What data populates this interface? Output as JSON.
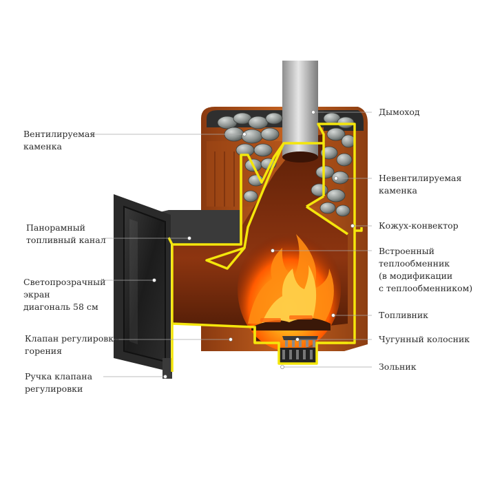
{
  "colors": {
    "outline": "#f4e60c",
    "body_orange": "#b4541a",
    "cast_iron": "#2d2d2d",
    "fire": "#ff7a00",
    "leader": "#9a9a9a"
  },
  "labels": {
    "left": [
      {
        "id": "ventilated-stones",
        "lines": [
          "Вентилируемая",
          "каменка"
        ]
      },
      {
        "id": "panoramic-channel",
        "lines": [
          "Панорамный",
          "топливный канал"
        ]
      },
      {
        "id": "glass-screen",
        "lines": [
          "Светопрозрачный",
          "экран",
          "диагональ 58 см"
        ]
      },
      {
        "id": "combustion-valve",
        "lines": [
          "Клапан регулировки",
          "горения"
        ]
      },
      {
        "id": "valve-handle",
        "lines": [
          "Ручка клапана",
          "регулировки"
        ]
      }
    ],
    "right": [
      {
        "id": "chimney",
        "lines": [
          "Дымоход"
        ]
      },
      {
        "id": "non-ventilated-stones",
        "lines": [
          "Невентилируемая",
          "каменка"
        ]
      },
      {
        "id": "convector-shell",
        "lines": [
          "Кожух-конвектор"
        ]
      },
      {
        "id": "heat-exchanger",
        "lines": [
          "Встроенный",
          "теплообменник",
          "(в модификации",
          "с теплообменником)"
        ]
      },
      {
        "id": "firebox",
        "lines": [
          "Топливник"
        ]
      },
      {
        "id": "grate",
        "lines": [
          "Чугунный колосник"
        ]
      },
      {
        "id": "ash-pan",
        "lines": [
          "Зольник"
        ]
      }
    ]
  }
}
